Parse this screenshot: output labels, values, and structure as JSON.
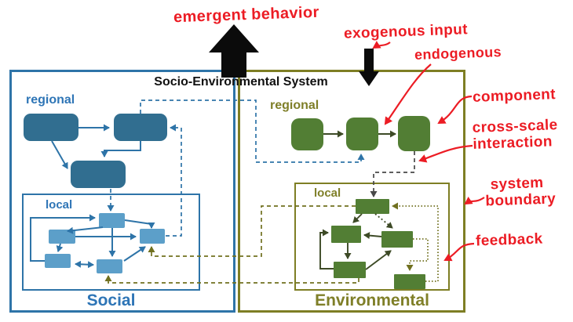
{
  "title": "Socio-Environmental System",
  "social": {
    "name": "Social",
    "regional_label": "regional",
    "local_label": "local"
  },
  "environmental": {
    "name": "Environmental",
    "regional_label": "regional",
    "local_label": "local"
  },
  "annotations": {
    "emergent_behavior": "emergent behavior",
    "exogenous_input": "exogenous input",
    "endogenous": "endogenous",
    "component": "component",
    "cross_scale_line1": "cross-scale",
    "cross_scale_line2": "interaction",
    "system_boundary_line1": "system",
    "system_boundary_line2": "boundary",
    "feedback": "feedback"
  },
  "colors": {
    "social_blue_line": "#2E74A8",
    "social_node_dark": "#316E90",
    "social_node_light": "#5C9FC9",
    "social_text_blue": "#2E75B6",
    "env_olive_line": "#7E7E24",
    "env_node_green": "#527E34",
    "env_dark_arrow": "#3D4A26",
    "cross_scale_dashed_gray": "#484848",
    "annotation_red": "#EC1C24",
    "arrow_black": "#0B0B0B"
  }
}
